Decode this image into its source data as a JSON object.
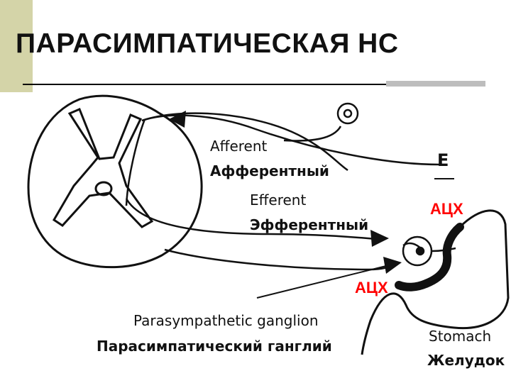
{
  "slide": {
    "title": "ПАРАСИМПАТИЧЕСКАЯ НС",
    "accent_color": "#d4d4a8",
    "highlight_color": "#ff0000"
  },
  "diagram": {
    "afferent_en": "Afferent",
    "afferent_ru": "Афферентный",
    "efferent_en": "Efferent",
    "efferent_ru": "Эфферентный",
    "ganglion_en": "Parasympathetic ganglion",
    "ganglion_ru": "Парасимпатический ганглий",
    "stomach_en": "Stomach",
    "stomach_ru": "Желудок",
    "receptor_letter": "E",
    "mediator_top": "АЦХ",
    "mediator_bottom": "АЦХ"
  }
}
